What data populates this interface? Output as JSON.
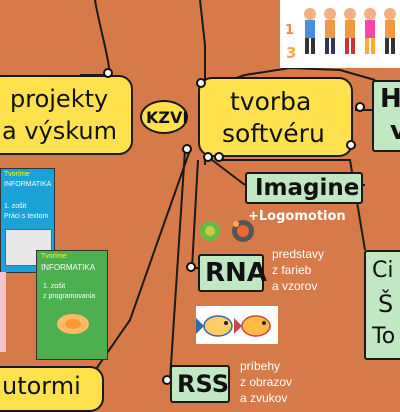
{
  "nodes": {
    "projekty_line1": "projekty",
    "projekty_line2": "a výskum",
    "center": "KZVI",
    "tvorba_line1": "tvorba",
    "tvorba_line2": "softvéru",
    "imagine": "Imagine",
    "logomotion": "+Logomotion",
    "rna": "RNA",
    "rna_desc": [
      "predstavy",
      "z farieb",
      "a vzorov"
    ],
    "rss": "RSS",
    "rss_desc": [
      "príbehy",
      "z obrazov",
      "a zvukov"
    ],
    "right_top_1": "H",
    "right_top_2": "v",
    "right_mid_1": "Ci",
    "right_mid_2": "Š",
    "right_mid_3": "To",
    "bottom_left": "utormi"
  },
  "books": [
    {
      "title": "Tvoríme",
      "subtitle": "INFORMATIKA",
      "line1": "1. zošit",
      "line2": "Práci s textom"
    },
    {
      "title": "Tvoríme",
      "subtitle": "INFORMATIKA",
      "line1": "1. zošit",
      "line2": "z programovania"
    }
  ],
  "colors": {
    "background": "#d67a4a",
    "yellow_node": "#ffe14d",
    "green_node": "#bfe8c3",
    "text_dark": "#1a1a1a"
  }
}
